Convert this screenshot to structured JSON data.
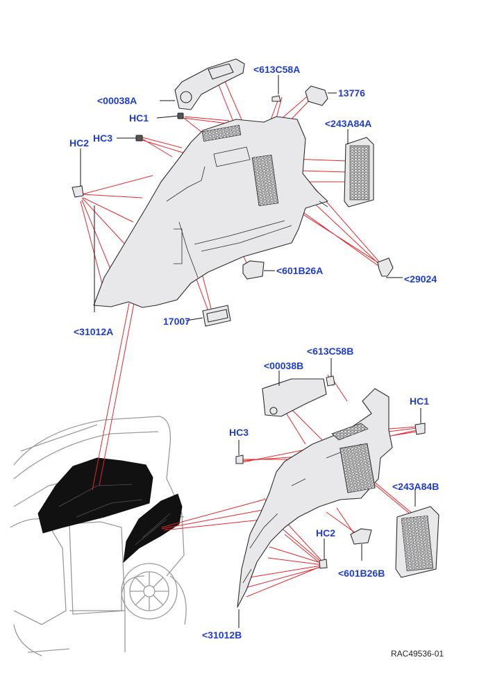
{
  "diagram": {
    "label_color": "#1f3bd6",
    "leader_color": "#e8242a",
    "part_fill": "#e8e8ea",
    "part_stroke": "#2a2a2a",
    "trim_fill": "#111111",
    "vehicle_stroke": "#9a9a9a"
  },
  "labels": {
    "c00038a": "<00038A",
    "c613c58a": "<613C58A",
    "p13776": "13776",
    "hc1_top": "HC1",
    "hc3_top": "HC3",
    "hc2_top": "HC2",
    "c243a84a": "<243A84A",
    "c601b26a": "<601B26A",
    "c29024": "<29024",
    "c31012a": "<31012A",
    "p17007": "17007",
    "c613c58b": "<613C58B",
    "c00038b": "<00038B",
    "hc1_bottom": "HC1",
    "hc3_bottom": "HC3",
    "c243a84b": "<243A84B",
    "hc2_bottom": "HC2",
    "c601b26b": "<601B26B",
    "c31012b": "<31012B"
  },
  "reference": "RAC49536-01"
}
